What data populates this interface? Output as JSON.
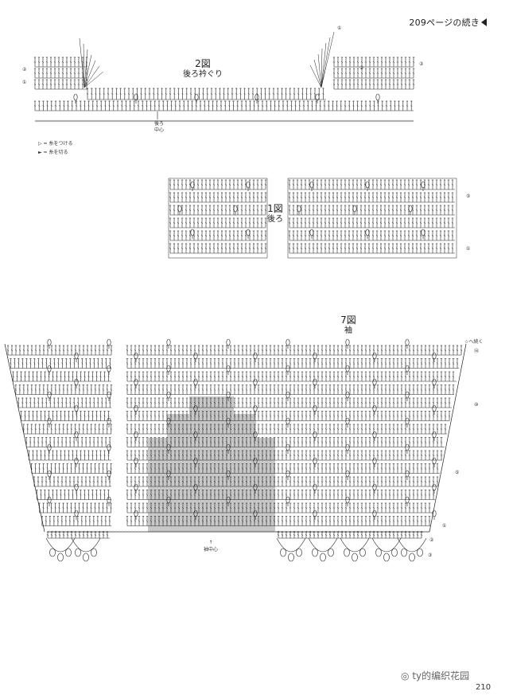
{
  "header": {
    "continue_text": "209ページの続き"
  },
  "fig2": {
    "number": "2図",
    "name": "後ろ衿ぐり",
    "center_label": "後ろ",
    "center_label2": "中心"
  },
  "fig1": {
    "number": "1図",
    "name": "後ろ"
  },
  "fig7": {
    "number": "7図",
    "name": "袖",
    "center_label": "袖中心",
    "note_right": "☆へ続く"
  },
  "legend": [
    {
      "symbol": "▷",
      "text": "= 糸をつける"
    },
    {
      "symbol": "►",
      "text": "= 糸を切る"
    }
  ],
  "row_markers": {
    "fig2_left": [
      "②",
      "①"
    ],
    "fig2_right": [
      "①",
      "②",
      "③"
    ],
    "fig1_right": [
      "⑤",
      "①"
    ],
    "fig7_right": [
      "⑭",
      "⑩",
      "⑤",
      "①",
      "②",
      "③"
    ]
  },
  "footer": {
    "watermark": "ty的编织花园",
    "page_number": "210"
  },
  "colors": {
    "ink": "#222222",
    "shade": "#c8c8c8"
  }
}
